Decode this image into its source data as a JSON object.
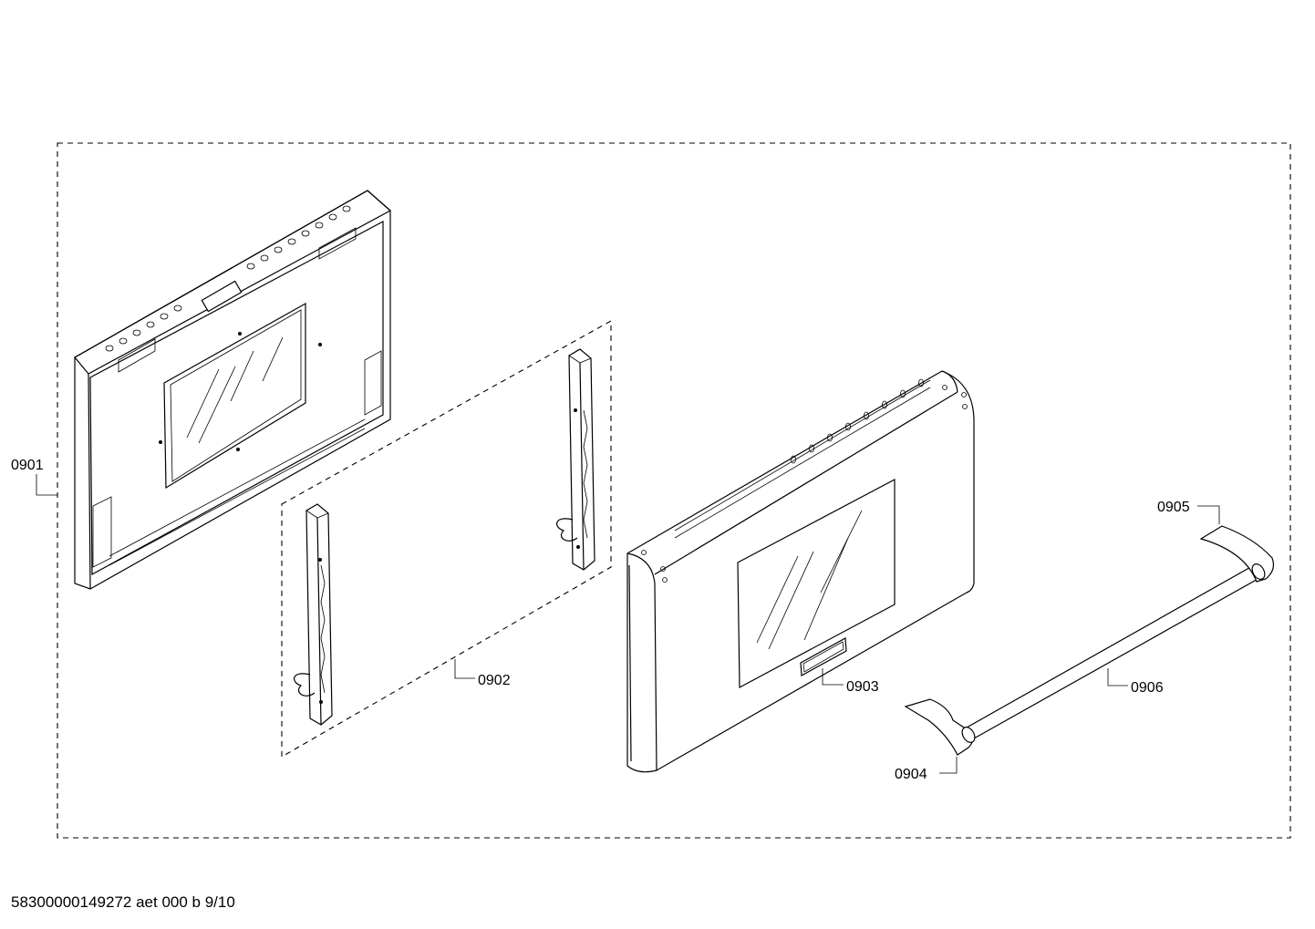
{
  "parts": [
    {
      "id": "0901",
      "label": "0901"
    },
    {
      "id": "0902",
      "label": "0902"
    },
    {
      "id": "0903",
      "label": "0903"
    },
    {
      "id": "0904",
      "label": "0904"
    },
    {
      "id": "0905",
      "label": "0905"
    },
    {
      "id": "0906",
      "label": "0906"
    }
  ],
  "footer": {
    "document_id": "58300000149272 aet 000 b 9/10"
  }
}
